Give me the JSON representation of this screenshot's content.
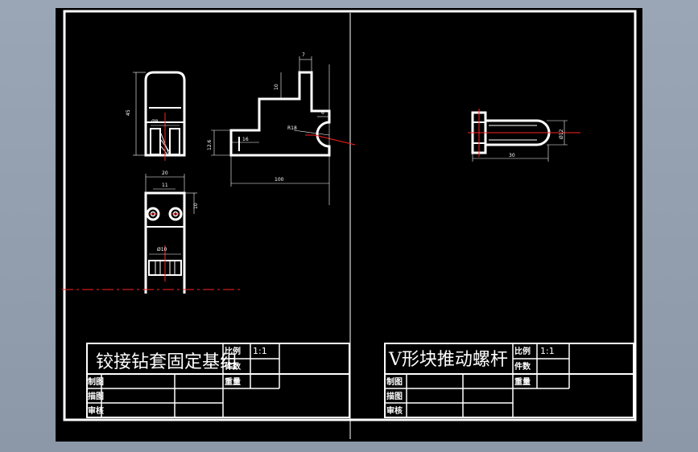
{
  "colors": {
    "background": "#8f9bab",
    "sheet": "#000000",
    "line": "#ffffff",
    "centerline": "#ff2020"
  },
  "left_sheet": {
    "title": "铰接钻套固定基组",
    "scale_label": "比例",
    "scale_value": "1:1",
    "count_label": "件数",
    "weight_label": "重量",
    "drawn_by_label": "制图",
    "traced_by_label": "描图",
    "checked_by_label": "审核",
    "dimensions": {
      "front_height": "45",
      "front_hole": "Ø8",
      "side_top_width": "7",
      "side_step_height": "10",
      "side_right_gap": "6",
      "side_arc": "R18",
      "side_left_height": "12.6",
      "side_bottom_step": "16",
      "side_length": "100",
      "bottom_width": "20",
      "bottom_spacing": "11",
      "bottom_height": "10",
      "bottom_hole": "Ø10"
    }
  },
  "right_sheet": {
    "title": "V形块推动螺杆",
    "scale_label": "比例",
    "scale_value": "1:1",
    "count_label": "件数",
    "weight_label": "重量",
    "drawn_by_label": "制图",
    "traced_by_label": "描图",
    "checked_by_label": "审核",
    "dimensions": {
      "bolt_diameter": "Ø12",
      "bolt_length": "30"
    }
  }
}
